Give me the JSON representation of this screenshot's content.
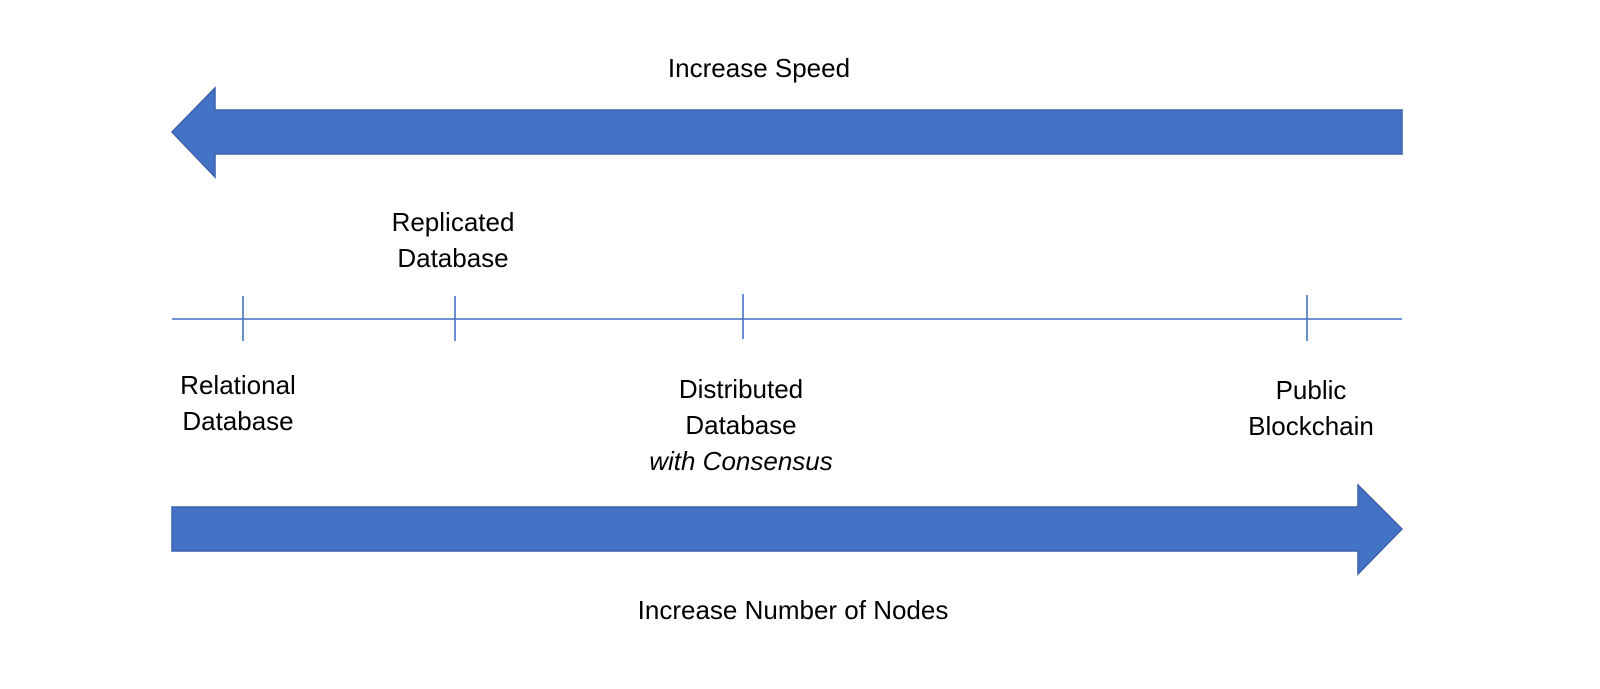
{
  "colors": {
    "arrow_fill": "#4472C4",
    "arrow_stroke": "#3A62AC",
    "axis_line": "#4472C4",
    "text": "#000000"
  },
  "top_arrow": {
    "direction": "left",
    "label": "Increase Speed"
  },
  "bottom_arrow": {
    "direction": "right",
    "label": "Increase Number of Nodes"
  },
  "spectrum": {
    "points": [
      {
        "line1": "Relational",
        "line2": "Database",
        "line3": "",
        "label_side": "below"
      },
      {
        "line1": "Replicated",
        "line2": "Database",
        "line3": "",
        "label_side": "above"
      },
      {
        "line1": "Distributed",
        "line2": "Database",
        "line3": "with Consensus",
        "label_side": "below"
      },
      {
        "line1": "Public",
        "line2": "Blockchain",
        "line3": "",
        "label_side": "below"
      }
    ]
  }
}
